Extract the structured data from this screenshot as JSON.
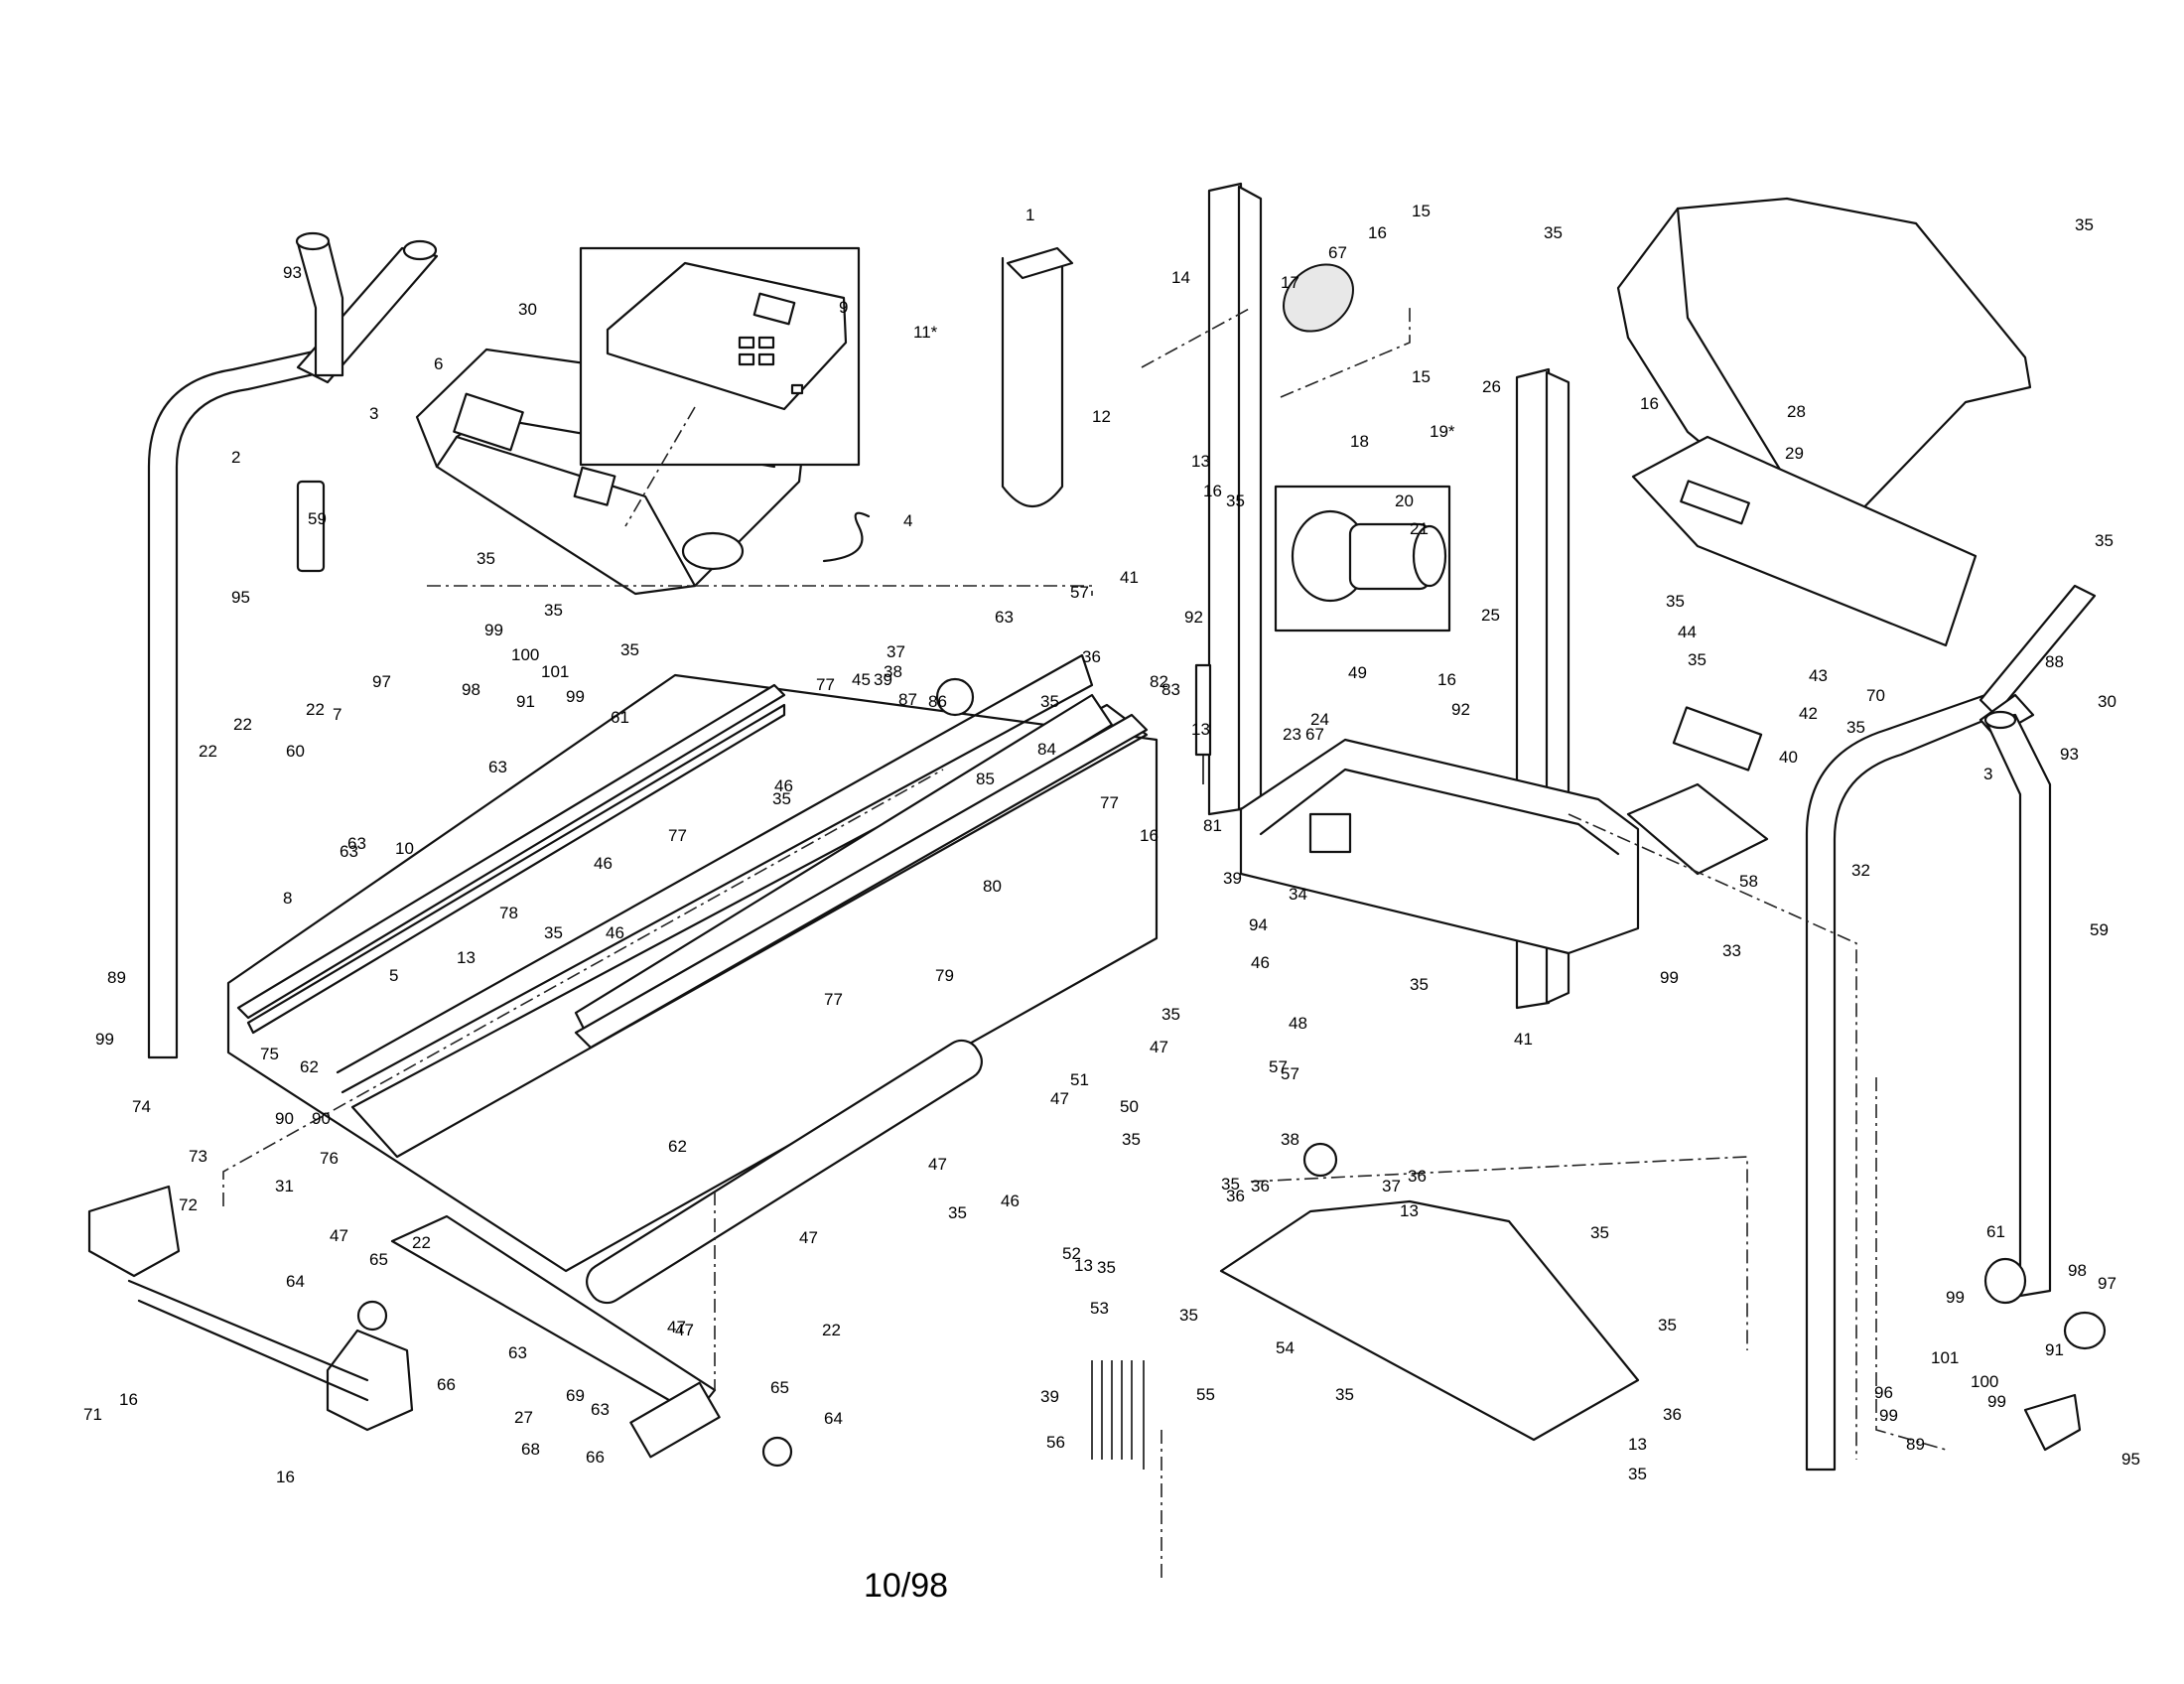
{
  "document": {
    "footer_text": "10/98"
  },
  "labels": [
    "1",
    "2",
    "3",
    "4",
    "5",
    "6",
    "7",
    "8",
    "9",
    "10",
    "11*",
    "12",
    "13",
    "14",
    "15",
    "16",
    "17",
    "18",
    "19*",
    "20",
    "21",
    "22",
    "23",
    "24",
    "25",
    "26",
    "27",
    "28",
    "29",
    "30",
    "31",
    "32",
    "33",
    "34",
    "35",
    "36",
    "37",
    "38",
    "39",
    "40",
    "41",
    "42",
    "43",
    "44",
    "45",
    "46",
    "47",
    "48",
    "49",
    "50",
    "51",
    "52",
    "53",
    "54",
    "55",
    "56",
    "57",
    "58",
    "59",
    "60",
    "61",
    "62",
    "63",
    "64",
    "65",
    "66",
    "67",
    "68",
    "69",
    "70",
    "71",
    "72",
    "73",
    "74",
    "75",
    "76",
    "77",
    "78",
    "79",
    "80",
    "81",
    "82",
    "83",
    "84",
    "85",
    "86",
    "87",
    "88",
    "89",
    "90",
    "91",
    "92",
    "93",
    "94",
    "95",
    "96",
    "97",
    "98",
    "99",
    "100",
    "101"
  ],
  "labels_right": [
    "2",
    "3",
    "6",
    "9",
    "11*",
    "12",
    "13",
    "14",
    "15",
    "16",
    "17",
    "18",
    "19*",
    "20",
    "21",
    "22",
    "23",
    "24",
    "25",
    "26",
    "28",
    "29",
    "30",
    "32",
    "33",
    "34",
    "35",
    "36",
    "37",
    "38",
    "39",
    "40",
    "41",
    "42",
    "43",
    "44",
    "46",
    "47",
    "48",
    "49",
    "50",
    "52",
    "53",
    "54",
    "55",
    "56",
    "57",
    "58",
    "59",
    "61",
    "63",
    "64",
    "65",
    "66",
    "67",
    "70",
    "71",
    "72",
    "73",
    "74",
    "75",
    "76",
    "77",
    "78",
    "79",
    "80",
    "81",
    "82",
    "83",
    "84",
    "85",
    "86",
    "87",
    "88",
    "89",
    "90",
    "91",
    "92",
    "93",
    "94",
    "95",
    "96",
    "97",
    "98",
    "99",
    "100",
    "101"
  ]
}
